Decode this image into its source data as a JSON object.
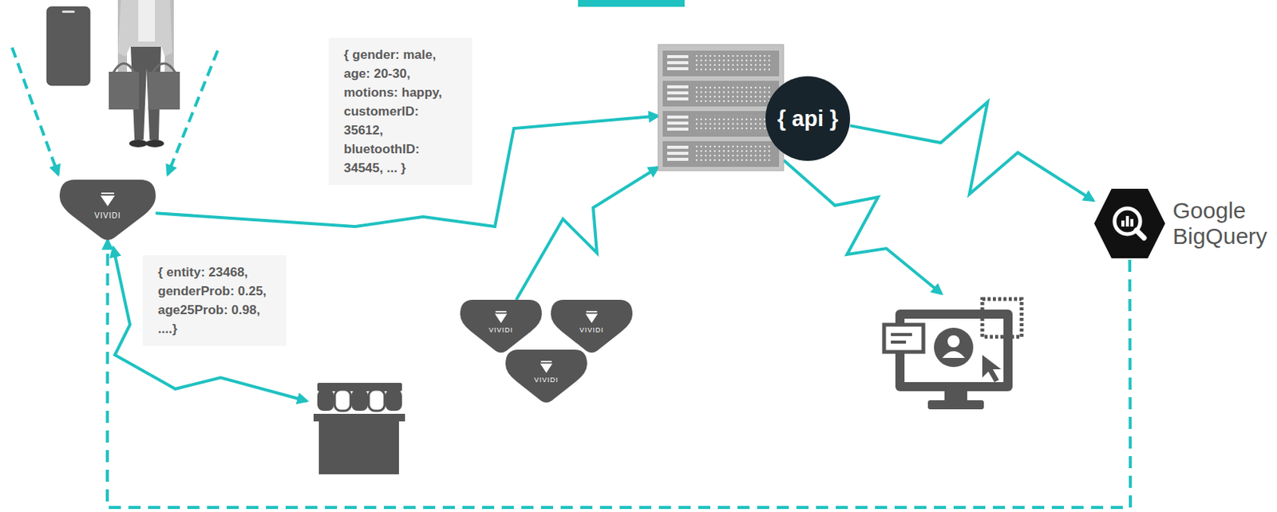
{
  "diagram": {
    "nodes": [
      {
        "text": [
          "VIVIDI"
        ]
      },
      {
        "text": [
          "{ api }"
        ]
      },
      {
        "text": [
          "Google BigQuery"
        ]
      },
      {
        "text": [
          "VIVIDI"
        ]
      },
      {
        "text": [
          "VIVIDI"
        ]
      },
      {
        "text": [
          "VIVIDI"
        ]
      }
    ],
    "edges": [
      {
        "from": 0,
        "to": 1,
        "arrow": "to",
        "label": "{ gender: male, age: 20-30, motions: happy, customerID: 35612, bluetoothID: 34545, ... }"
      },
      {
        "from": 3,
        "to": 1,
        "arrow": "to"
      },
      {
        "from": 1,
        "to": 2,
        "arrow": "to"
      },
      {
        "from": 2,
        "to": 0,
        "arrow": "to"
      }
    ],
    "labels": [
      "{ entity: 23468, genderProb: 0.25, age25Prob: 0.98, ....}"
    ]
  }
}
